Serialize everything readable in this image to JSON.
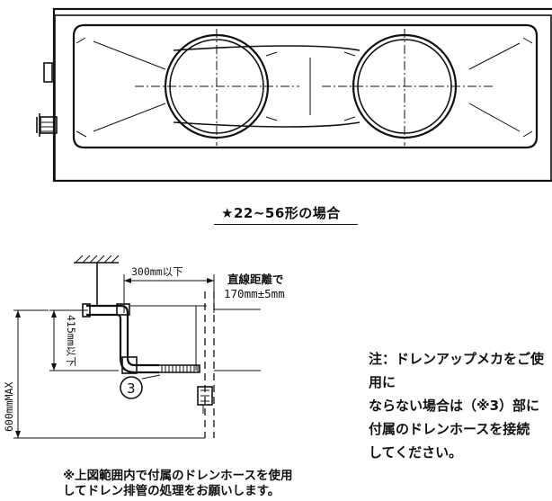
{
  "top_caption": "★22~56形の場合",
  "dims": {
    "horizontal_limit": "300mm以下",
    "distance_label_1": "直線距離で",
    "distance_label_2": "170mm±5mm",
    "vertical_limit": "415mm以下",
    "max_height": "600mmMAX",
    "callout_number": "3"
  },
  "notes": {
    "right_note": "注：ドレンアップメカをご使用に\nならない場合は（※3）部に\n付属のドレンホースを接続\nしてください。",
    "bottom_note": "※上図範囲内で付属のドレンホースを使用\nしてドレン排管の処理をお願いします。"
  },
  "colors": {
    "line": "#111111",
    "background": "#ffffff"
  }
}
